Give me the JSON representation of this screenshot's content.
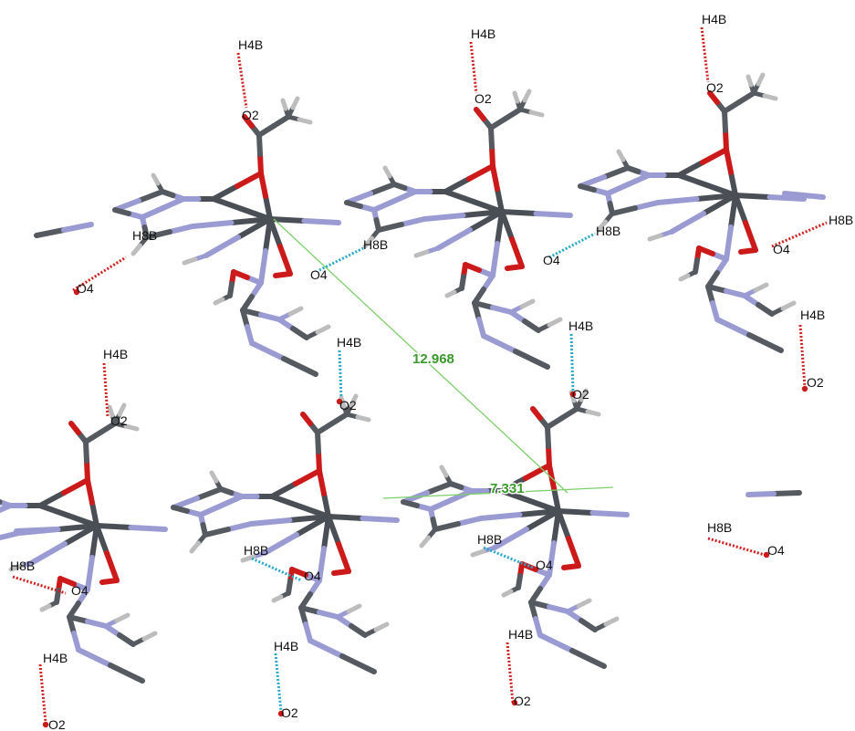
{
  "colors": {
    "carbon": "#555a60",
    "nitrogen": "#9b9bd4",
    "oxygen": "#cc1a1a",
    "hydrogen": "#bdbdbd",
    "metal": "#4a4e55",
    "hbond_intra": "#d22020",
    "hbond_inter": "#28a8c8",
    "distance": "#7ccf6a",
    "label_text": "#111111",
    "distance_text": "#3a9a2a"
  },
  "labels": {
    "H4B": "H4B",
    "H8B": "H8B",
    "O2": "O2",
    "O4": "O4"
  },
  "distances": {
    "long": "12.968",
    "short": "7.331"
  }
}
